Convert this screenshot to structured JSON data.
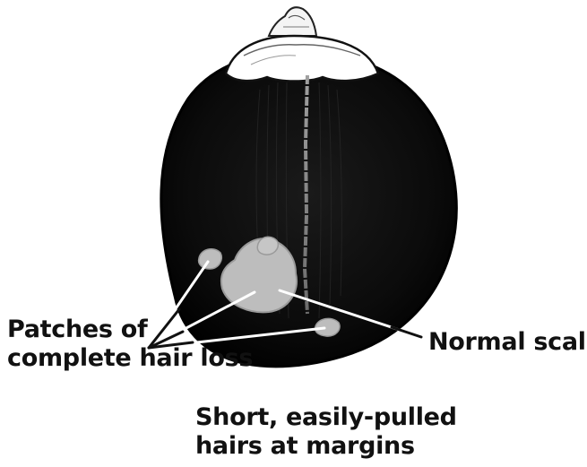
{
  "labels": {
    "patches_line1": "Patches of",
    "patches_line2": "complete hair loss",
    "normal": "Normal scalp",
    "short_line1": "Short, easily-pulled",
    "short_line2": "hairs at margins"
  },
  "colors": {
    "hair": "#0b0b0b",
    "part_line": "#8c8c8c",
    "patch": "#bdbdbd",
    "scalp_skin": "#ffffff",
    "leader_line": "#ffffff",
    "text": "#111111"
  }
}
